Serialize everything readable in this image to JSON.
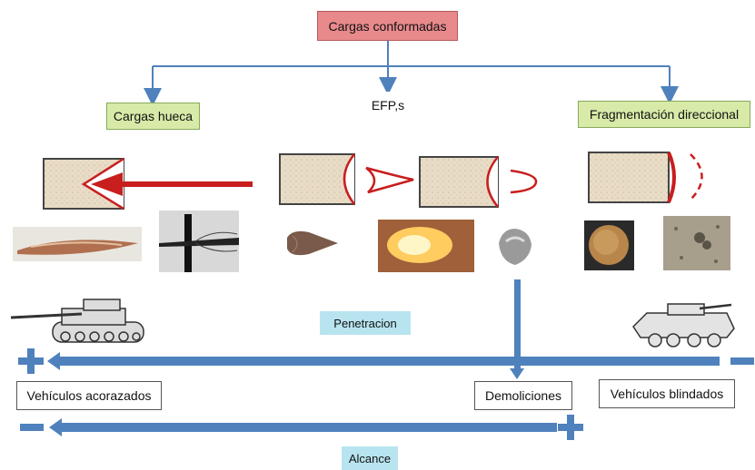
{
  "root": "Cargas conformadas",
  "categories": [
    "Cargas hueca",
    "EFP,s",
    "Fragmentación direccional"
  ],
  "tags": {
    "penetration": "Penetracion",
    "range": "Alcance"
  },
  "labels": [
    "Vehículos acorazados",
    "Demoliciones",
    "Vehículos blindados"
  ],
  "signs": {
    "plus": "+",
    "minus": "−"
  },
  "colors": {
    "arrow_blue": "#4f81bd",
    "charge_red": "#c81e1e",
    "root_fill": "#e8898c",
    "category_fill": "#d7eaa8",
    "tag_fill": "#b8e4ef"
  }
}
